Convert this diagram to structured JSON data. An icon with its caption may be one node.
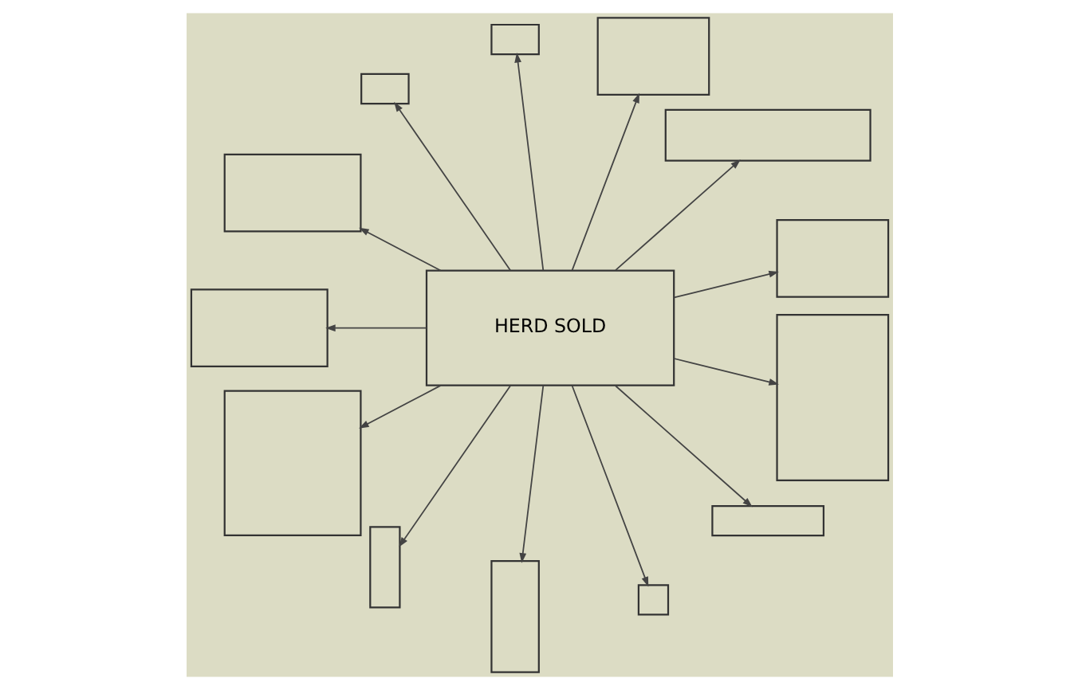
{
  "diagram": {
    "nodes": [
      {
        "text": [],
        "shape": "box"
      },
      {
        "text": [],
        "shape": "box"
      },
      {
        "text": [],
        "shape": "box"
      },
      {
        "text": [],
        "shape": "box"
      },
      {
        "text": [],
        "shape": "box"
      },
      {
        "text": [],
        "shape": "box"
      },
      {
        "text": [
          "HERD SOLD"
        ]
      },
      {
        "text": [],
        "shape": "box"
      },
      {
        "text": [],
        "shape": "box"
      },
      {
        "text": [],
        "shape": "box"
      },
      {
        "text": [],
        "shape": "box"
      },
      {
        "text": [],
        "shape": "box"
      },
      {
        "text": [],
        "shape": "box"
      },
      {
        "text": [],
        "shape": "box"
      }
    ],
    "edges": [
      {
        "from": 6,
        "to": 0,
        "arrow": "to"
      },
      {
        "from": 6,
        "to": 1,
        "arrow": "to"
      },
      {
        "from": 6,
        "to": 2,
        "arrow": "to"
      },
      {
        "from": 6,
        "to": 3,
        "arrow": "to"
      },
      {
        "from": 6,
        "to": 4,
        "arrow": "to"
      },
      {
        "from": 6,
        "to": 5,
        "arrow": "to"
      },
      {
        "from": 6,
        "to": 7,
        "arrow": "to"
      },
      {
        "from": 6,
        "to": 8,
        "arrow": "to"
      },
      {
        "from": 6,
        "to": 9,
        "arrow": "to"
      },
      {
        "from": 6,
        "to": 10,
        "arrow": "to"
      },
      {
        "from": 6,
        "to": 11,
        "arrow": "to"
      },
      {
        "from": 6,
        "to": 12,
        "arrow": "to"
      },
      {
        "from": 6,
        "to": 13,
        "arrow": "to"
      }
    ]
  }
}
